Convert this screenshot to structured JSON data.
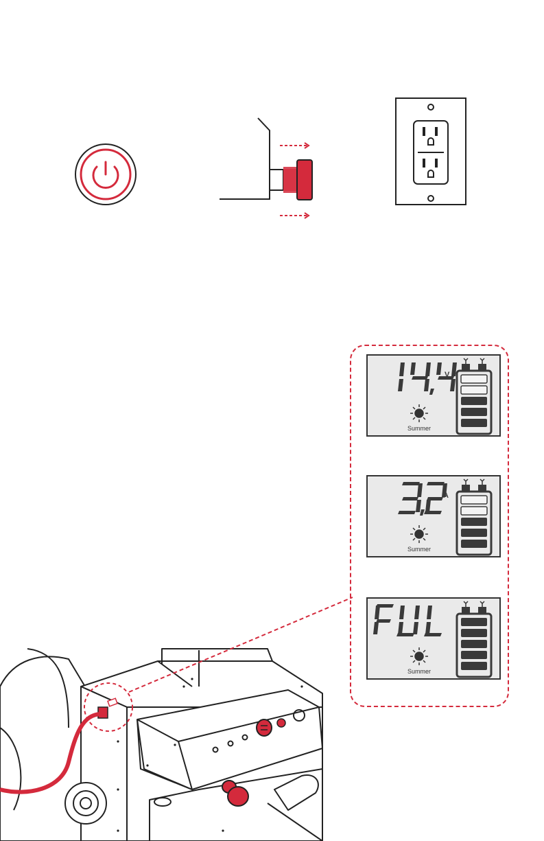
{
  "colors": {
    "accent": "#d42a3c",
    "line": "#222222",
    "lcd_bg": "#eaeaea",
    "lcd_seg": "#3a3a3a"
  },
  "icons": [
    "power-button-icon",
    "plug-connector-icon",
    "wall-outlet-icon",
    "sun-icon",
    "battery-level-icon",
    "battery-charger-illustration"
  ],
  "displays": [
    {
      "reading": "14,4",
      "unit": "V",
      "mode": "Summer",
      "battery_bars_filled": 3,
      "battery_bars_total": 5
    },
    {
      "reading": "3,2",
      "unit": "A",
      "mode": "Summer",
      "battery_bars_filled": 3,
      "battery_bars_total": 5
    },
    {
      "reading": "FUL",
      "unit": "",
      "mode": "Summer",
      "battery_bars_filled": 5,
      "battery_bars_total": 5
    }
  ]
}
